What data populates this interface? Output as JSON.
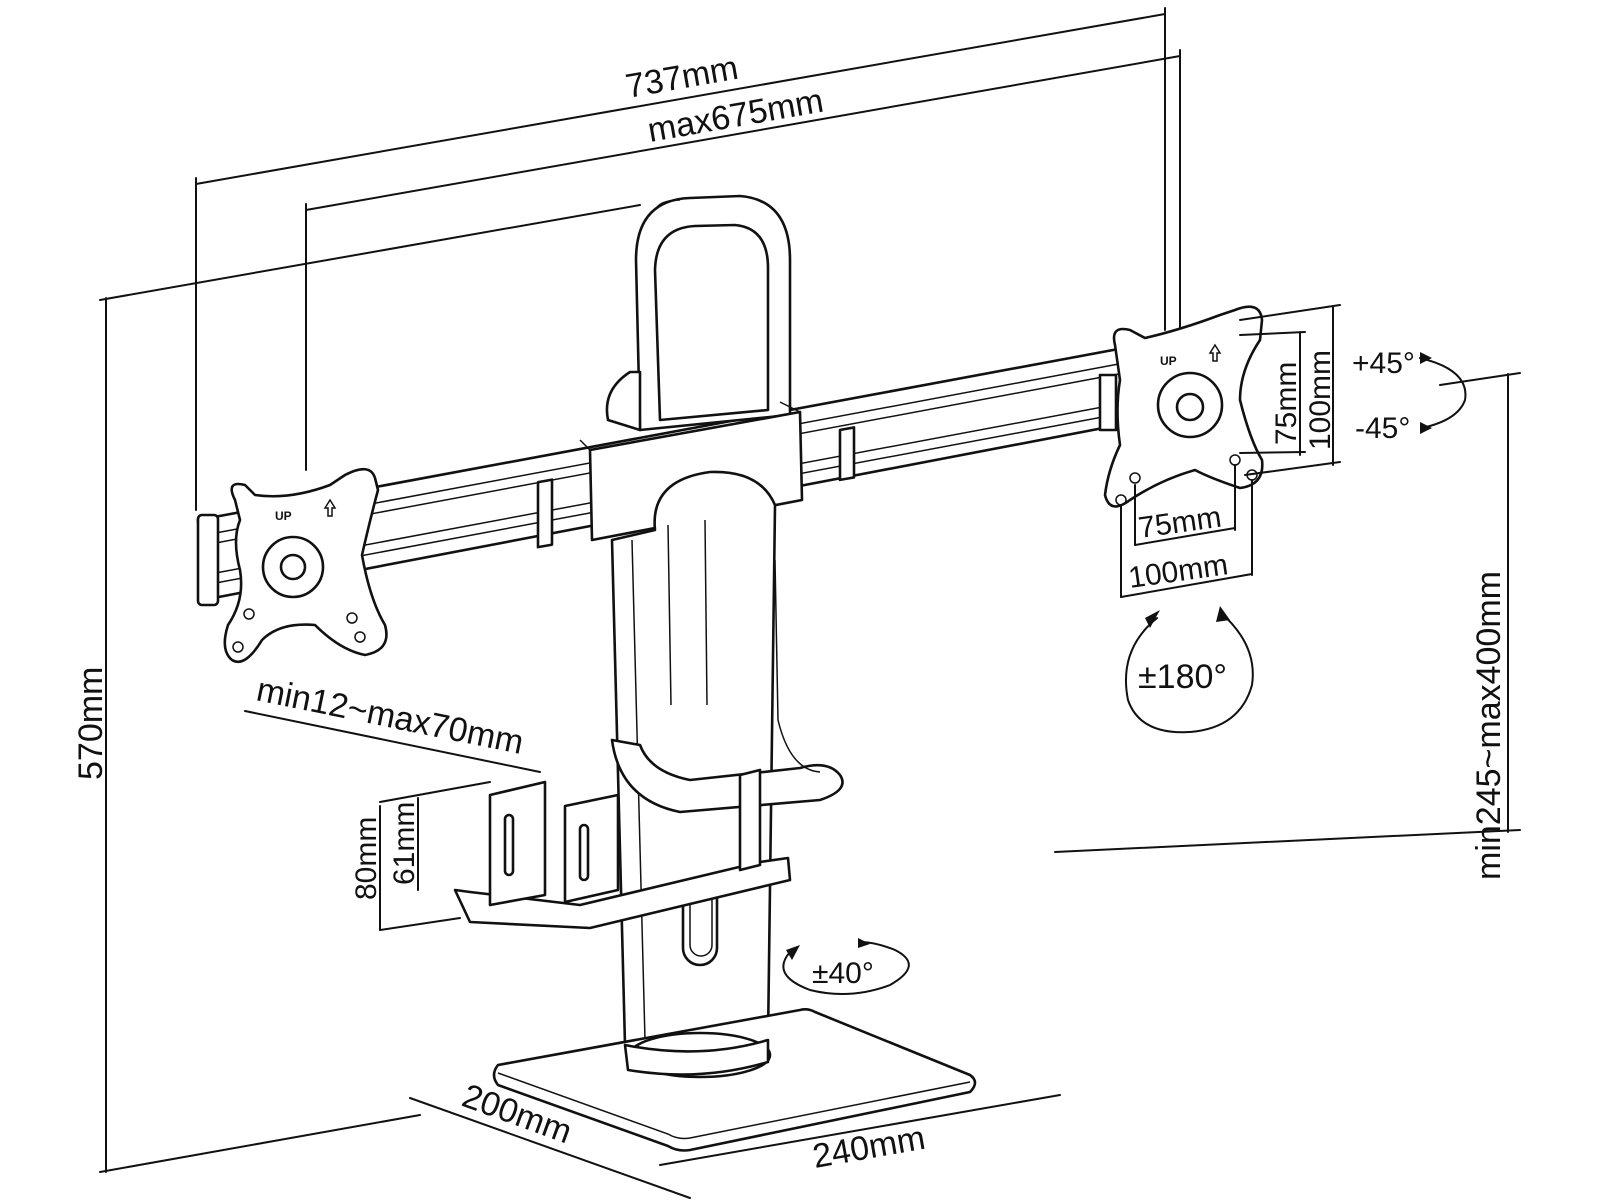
{
  "diagram": {
    "subject": "Dual monitor desk stand dimension drawing",
    "labels": {
      "overall_width": "737mm",
      "max_span": "max675mm",
      "height_total": "570mm",
      "height_range": "min245~max400mm",
      "vesa_v_small": "75mm",
      "vesa_v_large": "100mm",
      "vesa_h_small": "75mm",
      "vesa_h_large": "100mm",
      "tilt_up": "+45°",
      "tilt_down": "-45°",
      "rotation": "±180°",
      "swivel": "±40°",
      "cpu_holder_width": "min12~max70mm",
      "cpu_holder_h1": "80mm",
      "cpu_holder_h2": "61mm",
      "base_depth": "200mm",
      "base_width": "240mm",
      "plate_up": "UP"
    }
  }
}
